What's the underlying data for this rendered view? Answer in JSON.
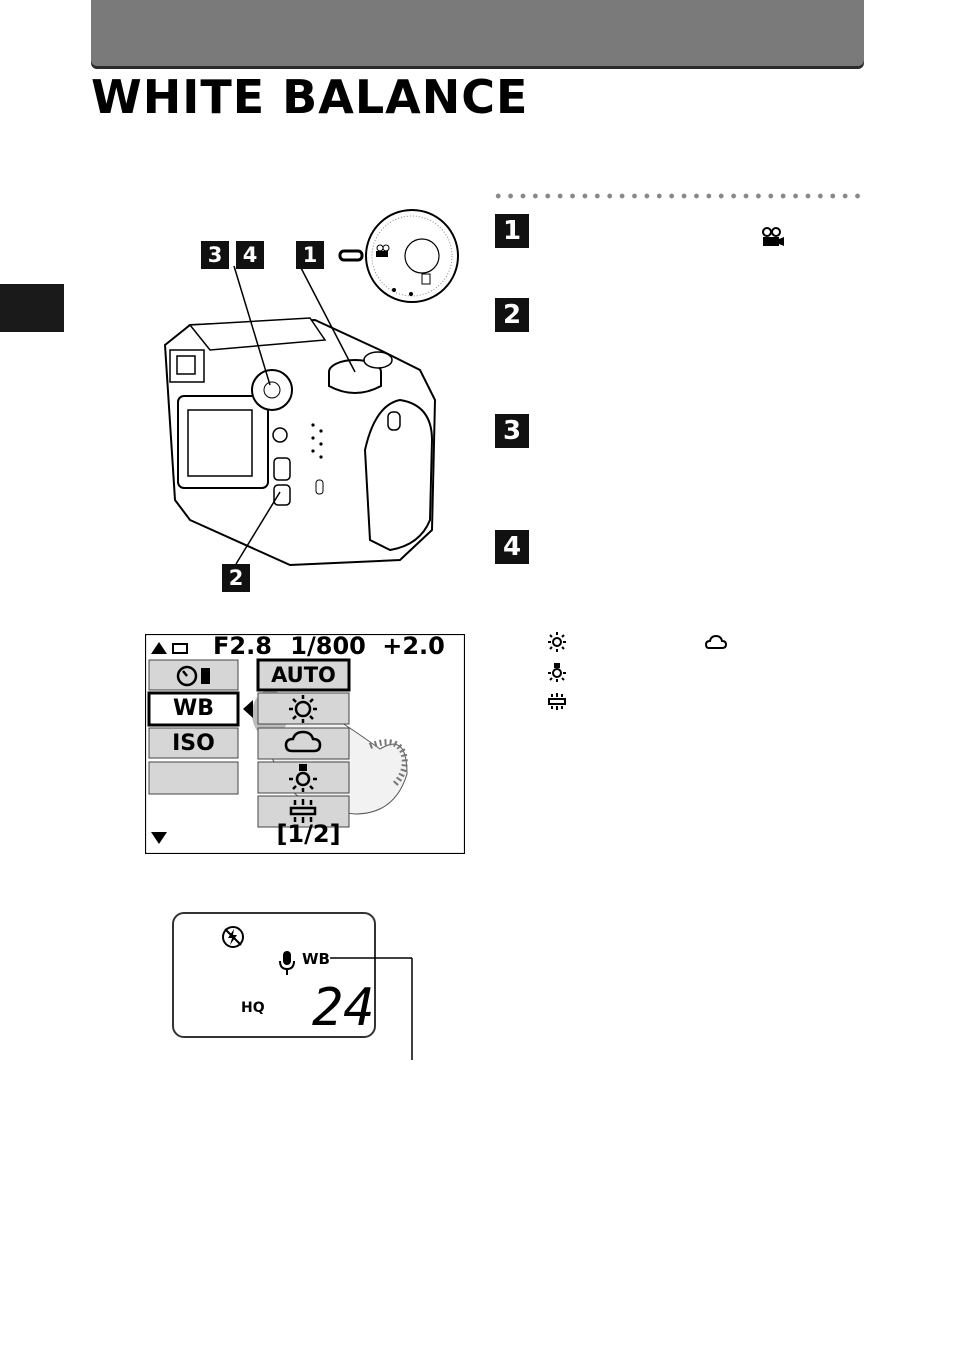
{
  "page": {
    "title": "WHITE BALANCE"
  },
  "steps": [
    {
      "number": "1"
    },
    {
      "number": "2"
    },
    {
      "number": "3"
    },
    {
      "number": "4"
    }
  ],
  "camera_callouts": {
    "label_3": "3",
    "label_4": "4",
    "label_1": "1",
    "label_2": "2"
  },
  "lcd_menu": {
    "aperture": "F2.8",
    "shutter": "1/800",
    "exposure": "+2.0",
    "left_items": [
      "WB",
      "ISO"
    ],
    "right_items": [
      "AUTO"
    ],
    "page_indicator": "[1/2]"
  },
  "control_panel": {
    "wb_label": "WB",
    "quality_label": "HQ",
    "frames_remaining": "24"
  },
  "icons": {
    "step1_mode": "movie-camera-icon",
    "list_daylight": "sun-icon",
    "list_cloudy": "cloud-icon",
    "list_tungsten": "bulb-icon",
    "list_fluorescent": "fluorescent-icon"
  }
}
